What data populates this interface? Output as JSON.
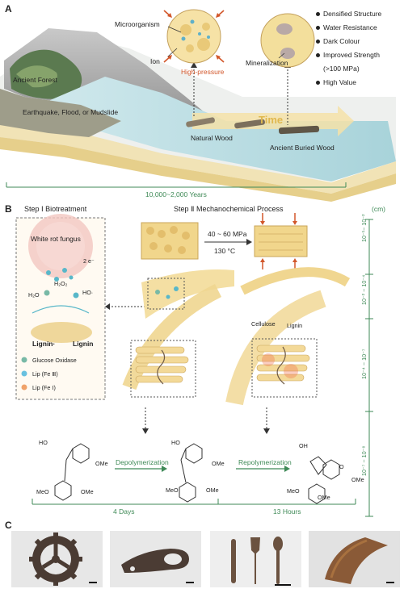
{
  "panelA": {
    "letter": "A",
    "labels": {
      "ancient_forest": "Ancient Forest",
      "disaster": "Earthquake, Flood, or Mudslide",
      "microorganism": "Microorganism",
      "ion": "Ion",
      "high_pressure": "High-pressure",
      "mineralization": "Mineralization",
      "time": "Time",
      "natural_wood": "Natural Wood",
      "ancient_buried_wood": "Ancient Buried Wood",
      "timespan": "10,000~2,000 Years"
    },
    "properties": [
      "Densified Structure",
      "Water Resistance",
      "Dark Colour",
      "Improved Strength",
      "(>100 MPa)",
      "High Value"
    ]
  },
  "panelB": {
    "letter": "B",
    "step1": "Step Ⅰ  Biotreatment",
    "step2": "Step Ⅱ  Mechanochemical Process",
    "fungus": "White rot fungus",
    "electrons": "2 e⁻",
    "h2o2": "H₂O₂",
    "h2o": "H₂O",
    "ho": "HO·",
    "lignin_radical": "Lignin·",
    "lignin": "Lignin",
    "legend": [
      "Glucose Oxidase",
      "Lip (Fe Ⅲ)",
      "Lip (Fe Ⅰ)"
    ],
    "pressure": "40 ~ 60 MPa",
    "temperature": "130 °C",
    "cellulose": "Cellulose",
    "lignin_label": "Lignin",
    "depolymerization": "Depolymerization",
    "repolymerization": "Repolymerization",
    "four_days": "4 Days",
    "thirteen_hours": "13 Hours",
    "scale_unit": "(cm)",
    "scales": [
      "10⁻¹~ 10⁻²",
      "10⁻² ~ 10⁻⁴",
      "10⁻⁴ ~ 10⁻⁷",
      "10⁻⁷ ~ 10⁻⁸"
    ],
    "chem": {
      "HO": "HO",
      "OMe": "OMe",
      "MeO": "MeO",
      "OH": "OH",
      "O": "O"
    }
  },
  "panelC": {
    "letter": "C",
    "photos": [
      "gear",
      "bottle-opener",
      "cutlery",
      "curved-panel"
    ]
  },
  "colors": {
    "high_pressure": "#d2572b",
    "green_text": "#3f8a57",
    "wood_light": "#f4dfa3",
    "wood_dark": "#e7c576",
    "water": "#b9dde3",
    "soil": "#f1e3b6"
  }
}
